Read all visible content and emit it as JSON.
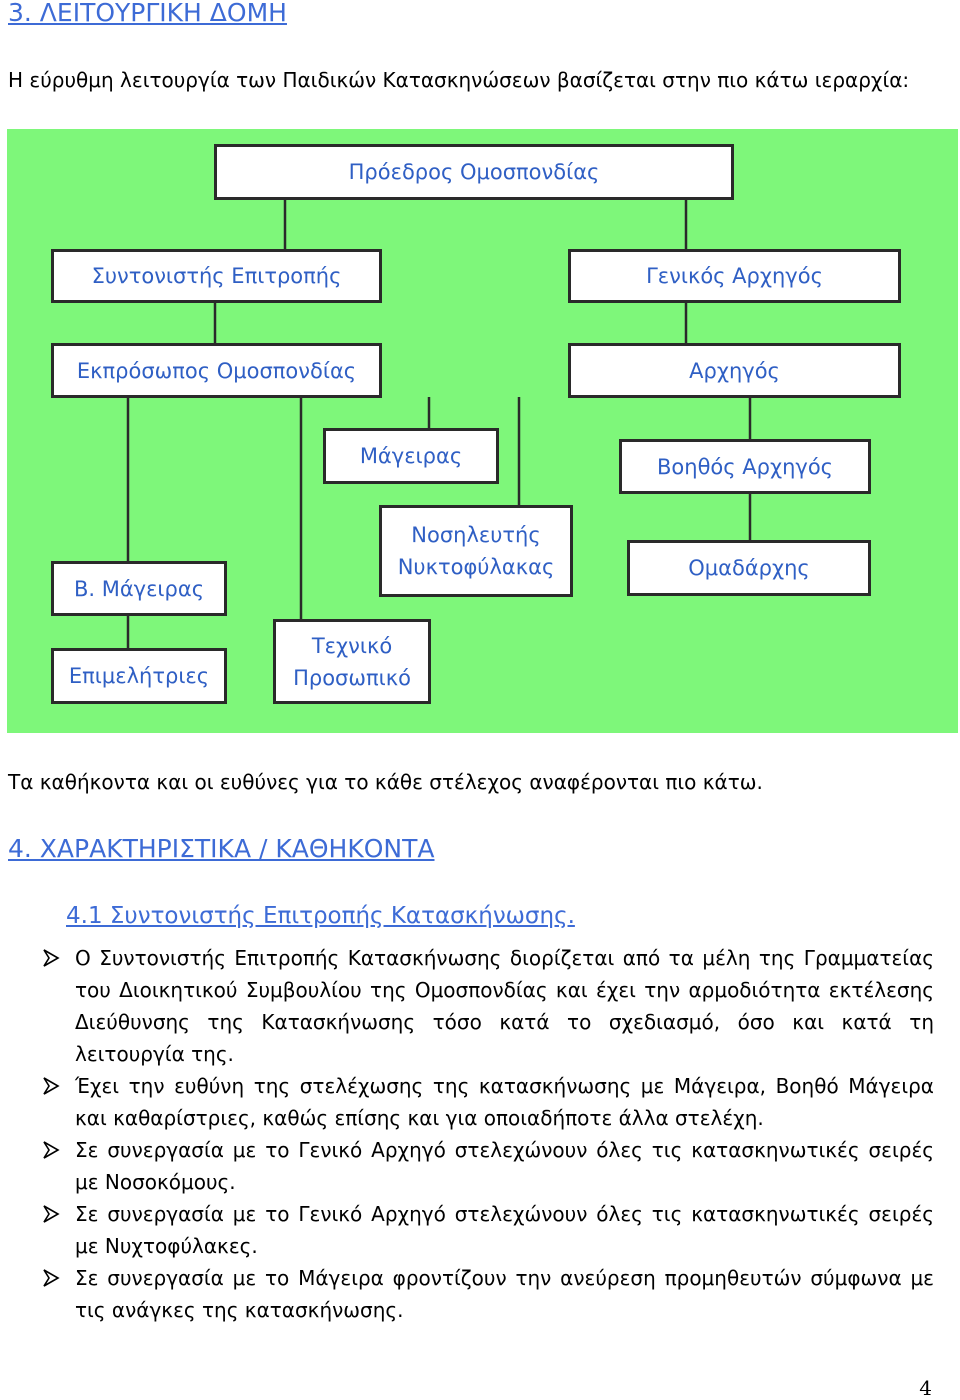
{
  "headings": {
    "section3": "3. ΛΕΙΤΟΥΡΓΙΚΗ ΔΟΜΗ",
    "section4": "4. ΧΑΡΑΚΤΗΡΙΣΤΙΚΑ / ΚΑΘΗΚΟΝΤΑ",
    "section41": "4.1 Συντονιστής Επιτροπής Κατασκήνωσης."
  },
  "intro_text": "Η εύρυθμη λειτουργία των Παιδικών Κατασκηνώσεων βασίζεται στην πιο κάτω ιεραρχία:",
  "after_chart_text": "Τα καθήκοντα και οι ευθύνες για το κάθε στέλεχος αναφέρονται πιο κάτω.",
  "org_chart": {
    "colors": {
      "background": "#7ef77a",
      "box_text": "#2f5fc4",
      "box_border": "#2a2a2a"
    },
    "boxes": {
      "president": "Πρόεδρος Ομοσπονδίας",
      "coordinator": "Συντονιστής Επιτροπής",
      "general_leader": "Γενικός Αρχηγός",
      "federation_rep": "Εκπρόσωπος Ομοσπονδίας",
      "leader": "Αρχηγός",
      "cook": "Μάγειρας",
      "assistant_leader": "Βοηθός Αρχηγός",
      "assistant_cook": "Β. Μάγειρας",
      "nurse_line1": "Νοσηλευτής",
      "nurse_line2": "Νυκτοφύλακας",
      "group_leader": "Ομαδάρχης",
      "cleaners": "Επιμελήτριες",
      "tech_line1": "Τεχνικό",
      "tech_line2": "Προσωπικό"
    }
  },
  "bullets": [
    "Ο Συντονιστής Επιτροπής Κατασκήνωσης διορίζεται  από τα μέλη της Γραμματείας του Διοικητικού Συμβουλίου της Ομοσπονδίας και έχει την αρμοδιότητα εκτέλεσης Διεύθυνσης της Κατασκήνωσης τόσο κατά το σχεδιασμό, όσο και κατά τη λειτουργία της.",
    "Έχει την ευθύνη της στελέχωσης της κατασκήνωσης με Μάγειρα, Βοηθό Μάγειρα και καθαρίστριες, καθώς επίσης και για οποιαδήποτε άλλα στελέχη.",
    "Σε συνεργασία με το Γενικό Αρχηγό στελεχώνουν όλες τις κατασκηνωτικές σειρές με Νοσοκόμους.",
    "Σε συνεργασία με το Γενικό Αρχηγό στελεχώνουν όλες τις κατασκηνωτικές σειρές με Νυχτοφύλακες.",
    "Σε συνεργασία με το Μάγειρα φροντίζουν την ανεύρεση προμηθευτών σύμφωνα με τις ανάγκες της κατασκήνωσης."
  ],
  "page_number": "4"
}
